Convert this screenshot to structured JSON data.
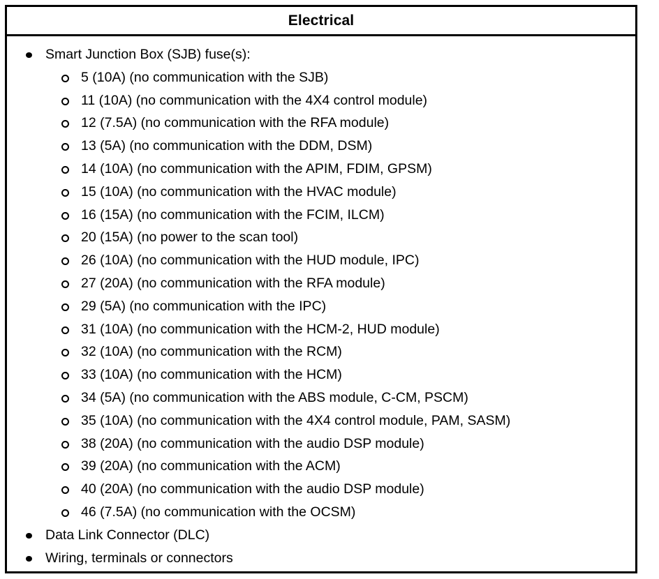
{
  "table": {
    "header": {
      "title": "Electrical"
    },
    "items": [
      {
        "marker": "filled-disc",
        "label": "Smart Junction Box (SJB) fuse(s):",
        "subitems": [
          {
            "marker": "hollow-ring",
            "label": "5 (10A) (no communication with the SJB)"
          },
          {
            "marker": "hollow-ring",
            "label": "11 (10A) (no communication with the 4X4 control module)"
          },
          {
            "marker": "hollow-ring",
            "label": "12 (7.5A) (no communication with the RFA module)"
          },
          {
            "marker": "hollow-ring",
            "label": "13 (5A) (no communication with the DDM, DSM)"
          },
          {
            "marker": "hollow-ring",
            "label": "14 (10A) (no communication with the APIM, FDIM, GPSM)"
          },
          {
            "marker": "hollow-ring",
            "label": "15 (10A) (no communication with the HVAC module)"
          },
          {
            "marker": "hollow-ring",
            "label": "16 (15A) (no communication with the FCIM, ILCM)"
          },
          {
            "marker": "hollow-ring",
            "label": "20 (15A) (no power to the scan tool)"
          },
          {
            "marker": "hollow-ring",
            "label": "26 (10A) (no communication with the HUD module, IPC)"
          },
          {
            "marker": "hollow-ring",
            "label": "27 (20A) (no communication with the RFA module)"
          },
          {
            "marker": "hollow-ring",
            "label": "29 (5A) (no communication with the IPC)"
          },
          {
            "marker": "hollow-ring",
            "label": "31 (10A) (no communication with the HCM-2, HUD module)"
          },
          {
            "marker": "hollow-ring",
            "label": "32 (10A) (no communication with the RCM)"
          },
          {
            "marker": "hollow-ring",
            "label": "33 (10A) (no communication with the HCM)"
          },
          {
            "marker": "hollow-ring",
            "label": "34 (5A) (no communication with the ABS module, C-CM, PSCM)"
          },
          {
            "marker": "hollow-ring",
            "label": "35 (10A) (no communication with the 4X4 control module, PAM, SASM)"
          },
          {
            "marker": "hollow-ring",
            "label": "38 (20A) (no communication with the audio DSP module)"
          },
          {
            "marker": "hollow-ring",
            "label": "39 (20A) (no communication with the ACM)"
          },
          {
            "marker": "hollow-ring",
            "label": "40 (20A) (no communication with the audio DSP module)"
          },
          {
            "marker": "hollow-ring",
            "label": "46 (7.5A) (no communication with the OCSM)"
          }
        ]
      },
      {
        "marker": "filled-disc",
        "label": "Data Link Connector (DLC)",
        "subitems": []
      },
      {
        "marker": "filled-disc",
        "label": "Wiring, terminals or connectors",
        "subitems": []
      }
    ]
  },
  "colors": {
    "border": "#000000",
    "text": "#000000",
    "background": "#ffffff"
  }
}
